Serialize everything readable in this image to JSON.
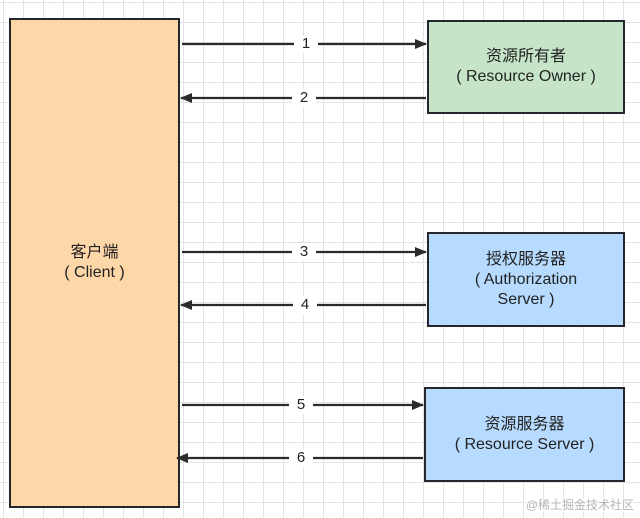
{
  "client": {
    "name": "客户端",
    "english": "( Client )"
  },
  "resource_owner": {
    "name": "资源所有者",
    "english": "( Resource Owner )"
  },
  "authorization_server": {
    "name": "授权服务器",
    "english_line1": "( Authorization",
    "english_line2": "Server )"
  },
  "resource_server": {
    "name": "资源服务器",
    "english": "( Resource Server )"
  },
  "steps": [
    "1",
    "2",
    "3",
    "4",
    "5",
    "6"
  ],
  "watermark": "@稀土掘金技术社区",
  "colors": {
    "client_fill": "#fdd7a7",
    "owner_fill": "#c6e5c8",
    "server_fill": "#b6dbff",
    "border": "#23262d",
    "arrow": "#2b2b2b",
    "grid": "#e3e3e3"
  }
}
